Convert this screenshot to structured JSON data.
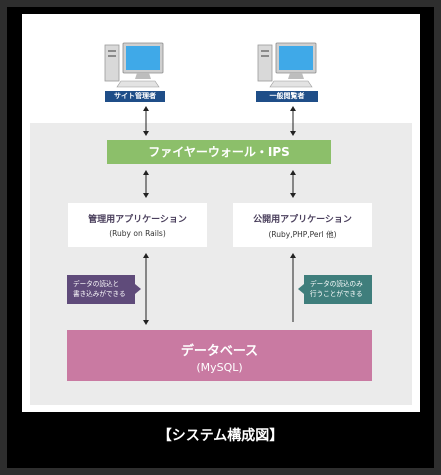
{
  "clients": [
    {
      "label": "サイト管理者",
      "icon": "desktop-computer-icon"
    },
    {
      "label": "一般閲覧者",
      "icon": "desktop-computer-icon"
    }
  ],
  "firewall": {
    "label": "ファイヤーウォール・IPS",
    "color": "#8cbf6a"
  },
  "apps": [
    {
      "title": "管理用アプリケーション",
      "subtitle": "(Ruby on Rails)"
    },
    {
      "title": "公開用アプリケーション",
      "subtitle": "(Ruby,PHP,Perl 他)"
    }
  ],
  "notes": {
    "left": {
      "line1": "データの読込と",
      "line2": "書き込みができる",
      "color": "#5f4b7a"
    },
    "right": {
      "line1": "データの読込のみ",
      "line2": "行うことができる",
      "color": "#3f7e7c"
    }
  },
  "database": {
    "title": "データベース",
    "subtitle": "(MySQL)",
    "color": "#c97aa2"
  },
  "caption": "【システム構成図】",
  "colors": {
    "client_tag": "#1f4e88",
    "zone": "#ebebeb",
    "frame": "#000000"
  }
}
